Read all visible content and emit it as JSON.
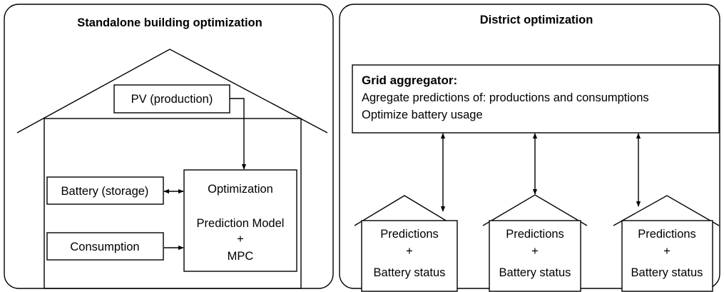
{
  "standalone": {
    "title": "Standalone building optimization",
    "pv": "PV (production)",
    "battery": "Battery (storage)",
    "consumption": "Consumption",
    "optimization": "Optimization",
    "model_line1": "Prediction Model",
    "model_plus": "+",
    "model_line2": "MPC"
  },
  "district": {
    "title": "District optimization",
    "aggregator": {
      "heading": "Grid aggregator:",
      "line1": "Agregate predictions of: productions and consumptions",
      "line2": "Optimize battery usage"
    },
    "houses": [
      {
        "line1": "Predictions",
        "plus": "+",
        "line2": "Battery status"
      },
      {
        "line1": "Predictions",
        "plus": "+",
        "line2": "Battery status"
      },
      {
        "line1": "Predictions",
        "plus": "+",
        "line2": "Battery status"
      }
    ]
  }
}
